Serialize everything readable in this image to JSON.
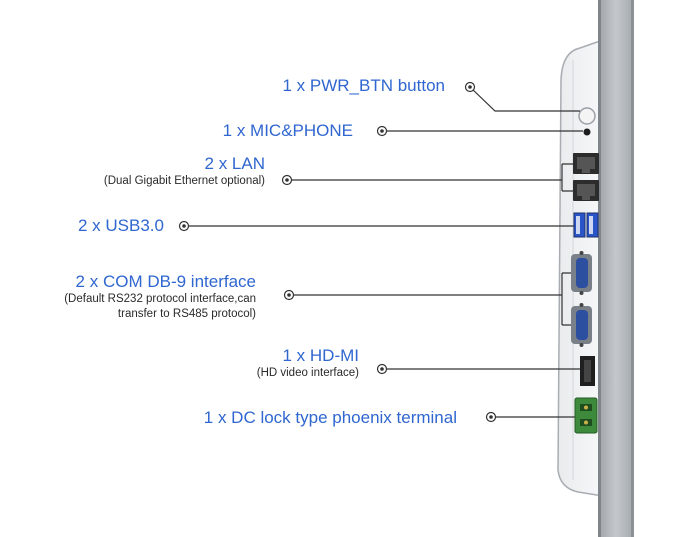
{
  "callouts": [
    {
      "title": "1 x PWR_BTN button",
      "sub": []
    },
    {
      "title": "1 x MIC&PHONE",
      "sub": []
    },
    {
      "title": "2 x LAN",
      "sub": [
        "(Dual Gigabit Ethernet optional)"
      ]
    },
    {
      "title": "2 x USB3.0",
      "sub": []
    },
    {
      "title": "2 x COM DB-9 interface",
      "sub": [
        "(Default RS232 protocol interface,can",
        "transfer to RS485 protocol)"
      ]
    },
    {
      "title": "1 x HD-MI",
      "sub": [
        "(HD video interface)"
      ]
    },
    {
      "title": "1 x DC lock type phoenix terminal",
      "sub": []
    }
  ],
  "colors": {
    "label_blue": "#2f66d0",
    "sub_text": "#2a2a2a",
    "leader_line": "#333333",
    "usb_blue": "#2a55c8",
    "terminal_green": "#3d8a3d"
  },
  "icons": [
    "power-button-icon",
    "audio-jack-icon",
    "rj45-port-icon",
    "usb3-port-icon",
    "db9-port-icon",
    "hdmi-port-icon",
    "phoenix-terminal-icon"
  ]
}
